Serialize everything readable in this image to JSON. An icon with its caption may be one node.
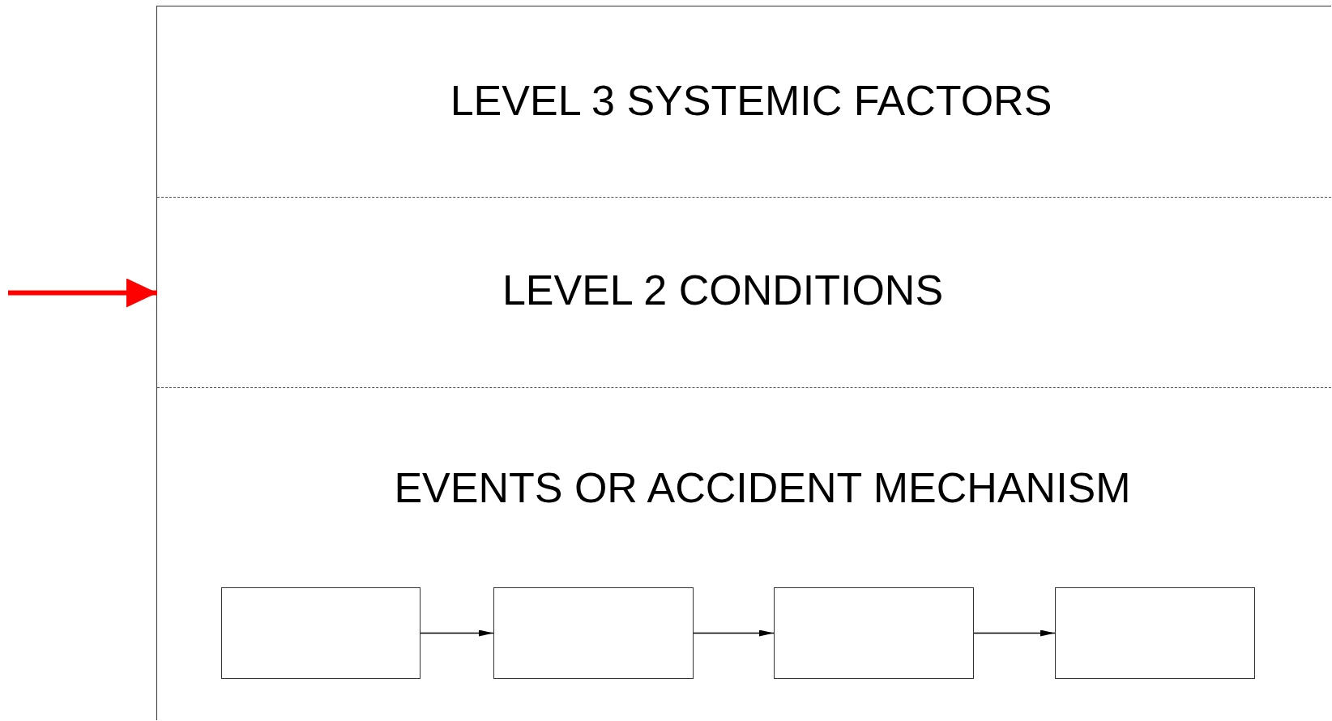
{
  "diagram": {
    "nodes": [
      {
        "text": [],
        "shape": "box"
      },
      {
        "text": [
          "LEVEL 3 SYSTEMIC FACTORS"
        ],
        "in": 0
      },
      {
        "text": [
          "LEVEL 2 CONDITIONS"
        ],
        "in": 0
      },
      {
        "text": [
          "EVENTS OR ACCIDENT MECHANISM"
        ],
        "in": 0
      },
      {
        "text": [],
        "shape": "box",
        "in": 3
      },
      {
        "text": [],
        "shape": "box",
        "in": 3
      },
      {
        "text": [],
        "shape": "box",
        "in": 3
      },
      {
        "text": [],
        "shape": "box",
        "in": 3
      }
    ],
    "edges": [
      {
        "from": null,
        "to": 2,
        "arrow": "to",
        "style": "thick",
        "color": "#ff0000"
      },
      {
        "from": 4,
        "to": 5,
        "arrow": "to"
      },
      {
        "from": 5,
        "to": 6,
        "arrow": "to"
      },
      {
        "from": 6,
        "to": 7,
        "arrow": "to"
      }
    ]
  }
}
